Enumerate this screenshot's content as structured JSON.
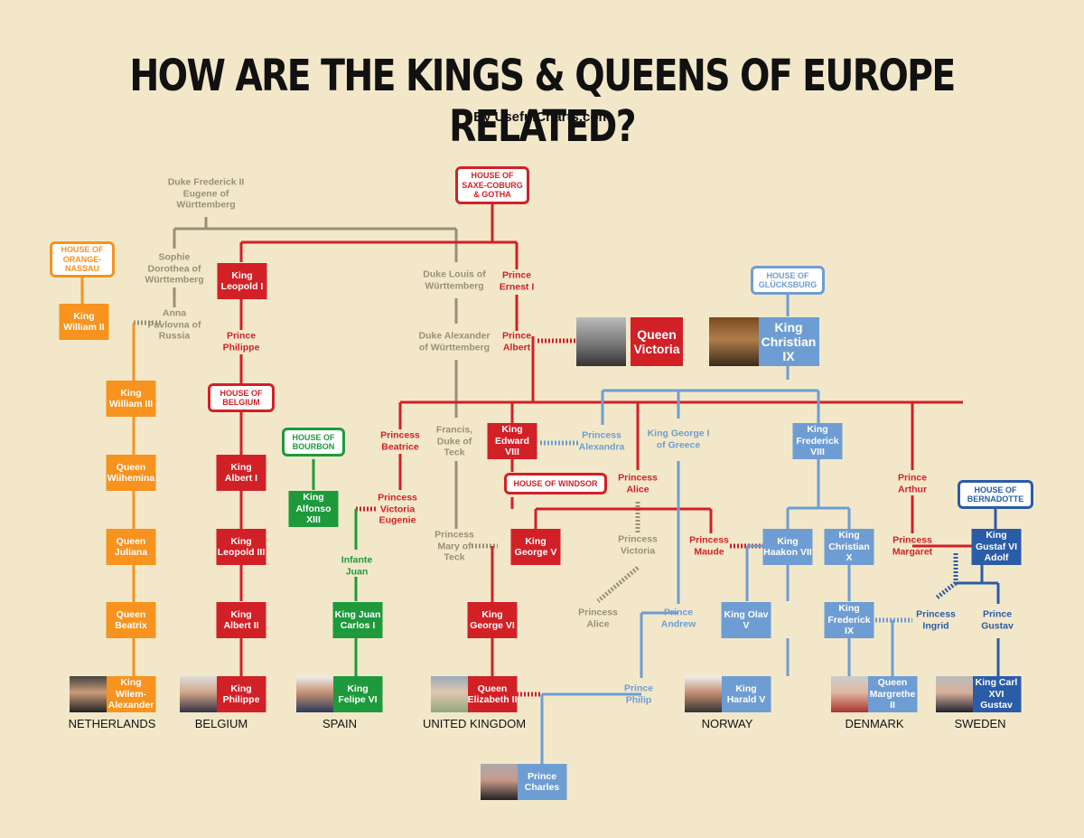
{
  "title": "HOW ARE THE KINGS & QUEENS OF EUROPE RELATED?",
  "byline": "By UsefulCharts.com",
  "colors": {
    "background": "#f2e8c9",
    "orange": "#f7931e",
    "red": "#d22027",
    "green": "#1e9a3c",
    "tan": "#9a8f76",
    "light_blue": "#6e9dd3",
    "dark_blue": "#2a5ca8"
  },
  "houses": {
    "orange_nassau": "HOUSE OF ORANGE-NASSAU",
    "belgium": "HOUSE OF BELGIUM",
    "bourbon": "HOUSE OF BOURBON",
    "saxe_coburg": "HOUSE OF SAXE-COBURG & GOTHA",
    "windsor": "HOUSE OF WINDSOR",
    "glucksburg": "HOUSE OF GLÜCKSBURG",
    "bernadotte": "HOUSE OF BERNADOTTE"
  },
  "people": {
    "duke_frederick": "Duke Frederick II Eugene of Württemberg",
    "sophie": "Sophie Dorothea of Württemberg",
    "anna": "Anna Pavlovna of Russia",
    "duke_louis": "Duke Louis of Württemberg",
    "duke_alexander": "Duke Alexander of Württemberg",
    "francis_teck": "Francis, Duke of Teck",
    "mary_teck": "Princess Mary of Teck",
    "william_ii": "King William II",
    "william_iii": "King William III",
    "wilhemina": "Queen Wilhemina",
    "juliana": "Queen Juliana",
    "beatrix": "Queen Beatrix",
    "willem_alexander": "King Wilem-Alexander",
    "leopold_i": "King Leopold I",
    "philippe_prince": "Prince Philippe",
    "albert_i": "King Albert I",
    "leopold_iii": "King Leopold III",
    "albert_ii": "King Albert II",
    "philippe_king": "King Philippe",
    "alfonso": "King Alfonso XIII",
    "infante_juan": "Infante Juan",
    "juan_carlos": "King Juan Carlos I",
    "felipe": "King Felipe VI",
    "ernest": "Prince Ernest I",
    "albert_consort": "Prince Albert",
    "victoria": "Queen Victoria",
    "beatrice": "Princess Beatrice",
    "victoria_eugenie": "Princess Victoria Eugenie",
    "edward_vii": "King Edward VIII",
    "alexandra": "Princess Alexandra",
    "george_v": "King George V",
    "george_vi": "King George VI",
    "elizabeth": "Queen Elizabeth II",
    "alice": "Princess Alice",
    "victoria_princess": "Princess Victoria",
    "alice_princess2": "Princess Alice",
    "andrew": "Prince Andrew",
    "philip": "Prince Philip",
    "charles": "Prince Charles",
    "george_greece": "King George I of Greece",
    "maude": "Princess Maude",
    "christian_ix": "King Christian IX",
    "frederick_viii": "King Frederick VIII",
    "haakon": "King Haakon VII",
    "olav": "King Olav V",
    "harald": "King Harald V",
    "christian_x": "King Christian X",
    "frederick_ix": "King Frederick IX",
    "margrethe": "Queen Margrethe II",
    "ingrid": "Princess Ingrid",
    "arthur": "Prince Arthur",
    "margaret": "Princess Margaret",
    "gustaf_vi": "King Gustaf VI Adolf",
    "gustav_prince": "Prince Gustav",
    "carl_xvi": "King Carl XVI Gustav"
  },
  "countries": {
    "netherlands": "NETHERLANDS",
    "belgium": "BELGIUM",
    "spain": "SPAIN",
    "uk": "UNITED KINGDOM",
    "norway": "NORWAY",
    "denmark": "DENMARK",
    "sweden": "SWEDEN"
  },
  "icons": [
    "portrait-photo-icon"
  ]
}
